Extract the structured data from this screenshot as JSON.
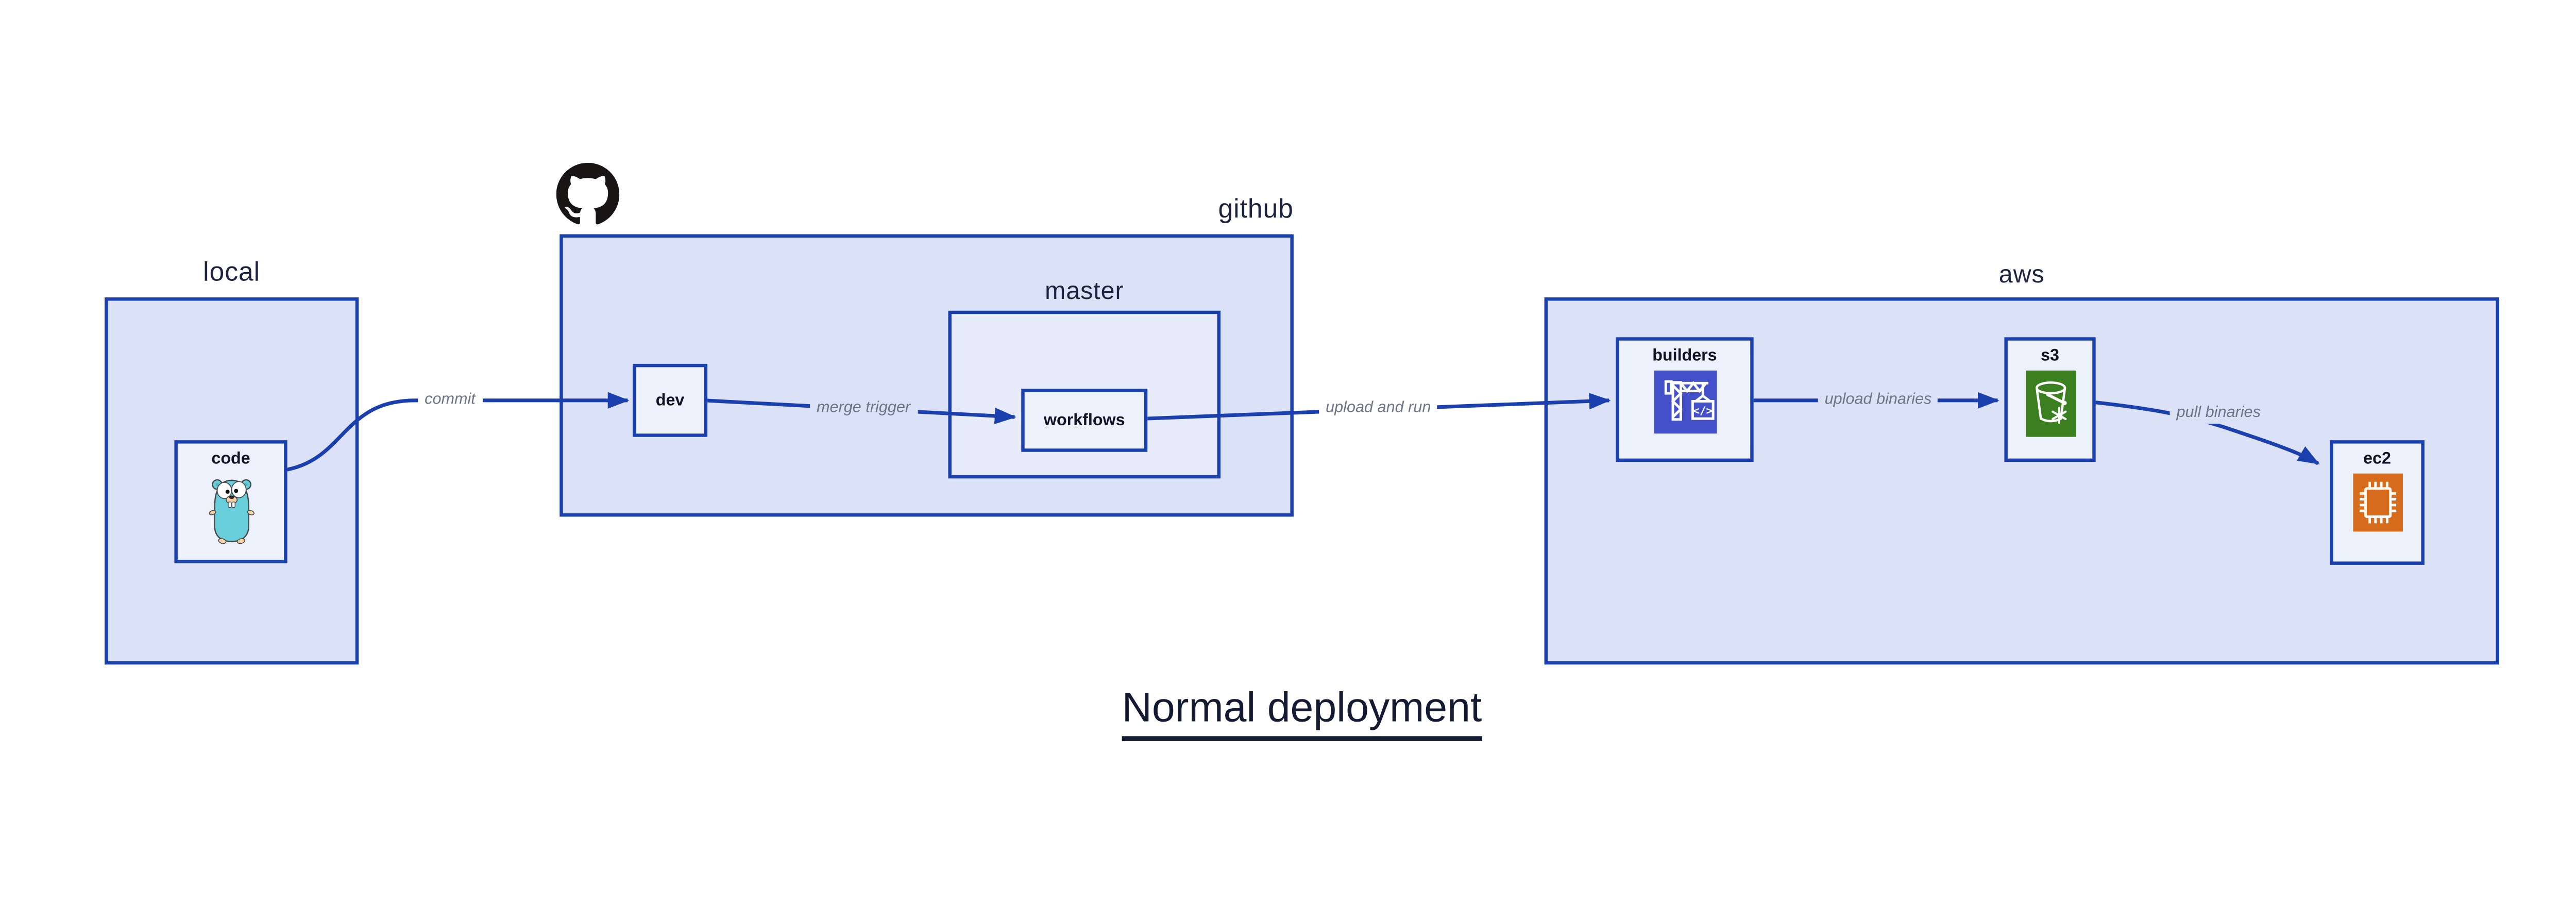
{
  "title": {
    "text": "Normal deployment"
  },
  "regions": {
    "local": {
      "label": "local"
    },
    "github": {
      "label": "github"
    },
    "master": {
      "label": "master"
    },
    "aws": {
      "label": "aws"
    }
  },
  "nodes": {
    "code": {
      "label": "code",
      "icon": "go-gopher-icon"
    },
    "dev": {
      "label": "dev"
    },
    "workflows": {
      "label": "workflows"
    },
    "builders": {
      "label": "builders",
      "icon": "codebuild-crane-icon"
    },
    "s3": {
      "label": "s3",
      "icon": "s3-glacier-bucket-icon"
    },
    "ec2": {
      "label": "ec2",
      "icon": "ec2-chip-icon"
    }
  },
  "edges": {
    "commit": {
      "label": "commit",
      "from": "code",
      "to": "dev"
    },
    "merge_trigger": {
      "label": "merge trigger",
      "from": "dev",
      "to": "workflows"
    },
    "upload_and_run": {
      "label": "upload and run",
      "from": "workflows",
      "to": "builders"
    },
    "upload_binaries": {
      "label": "upload binaries",
      "from": "builders",
      "to": "s3"
    },
    "pull_binaries": {
      "label": "pull binaries",
      "from": "s3",
      "to": "ec2"
    }
  },
  "icons": {
    "github_logo": "github-octocat-icon",
    "code": "go-gopher-icon",
    "builders": "codebuild-crane-icon",
    "s3": "s3-glacier-bucket-icon",
    "ec2": "ec2-chip-icon",
    "codebuild_code_glyph": "</>"
  },
  "colors": {
    "background": "#ffffff",
    "region_fill": "#dbe2f8",
    "master_fill": "#e7ebfa",
    "node_fill": "#edf1fc",
    "diagram_blue": "#1a3fae",
    "edge_label_gray": "#6d7584",
    "dark_text": "#0f1528",
    "octocat_black": "#191514",
    "gopher_teal": "#68cfda",
    "codebuild_indigo": "#4450c9",
    "s3_green": "#3a8020",
    "ec2_orange": "#d76c1d"
  }
}
